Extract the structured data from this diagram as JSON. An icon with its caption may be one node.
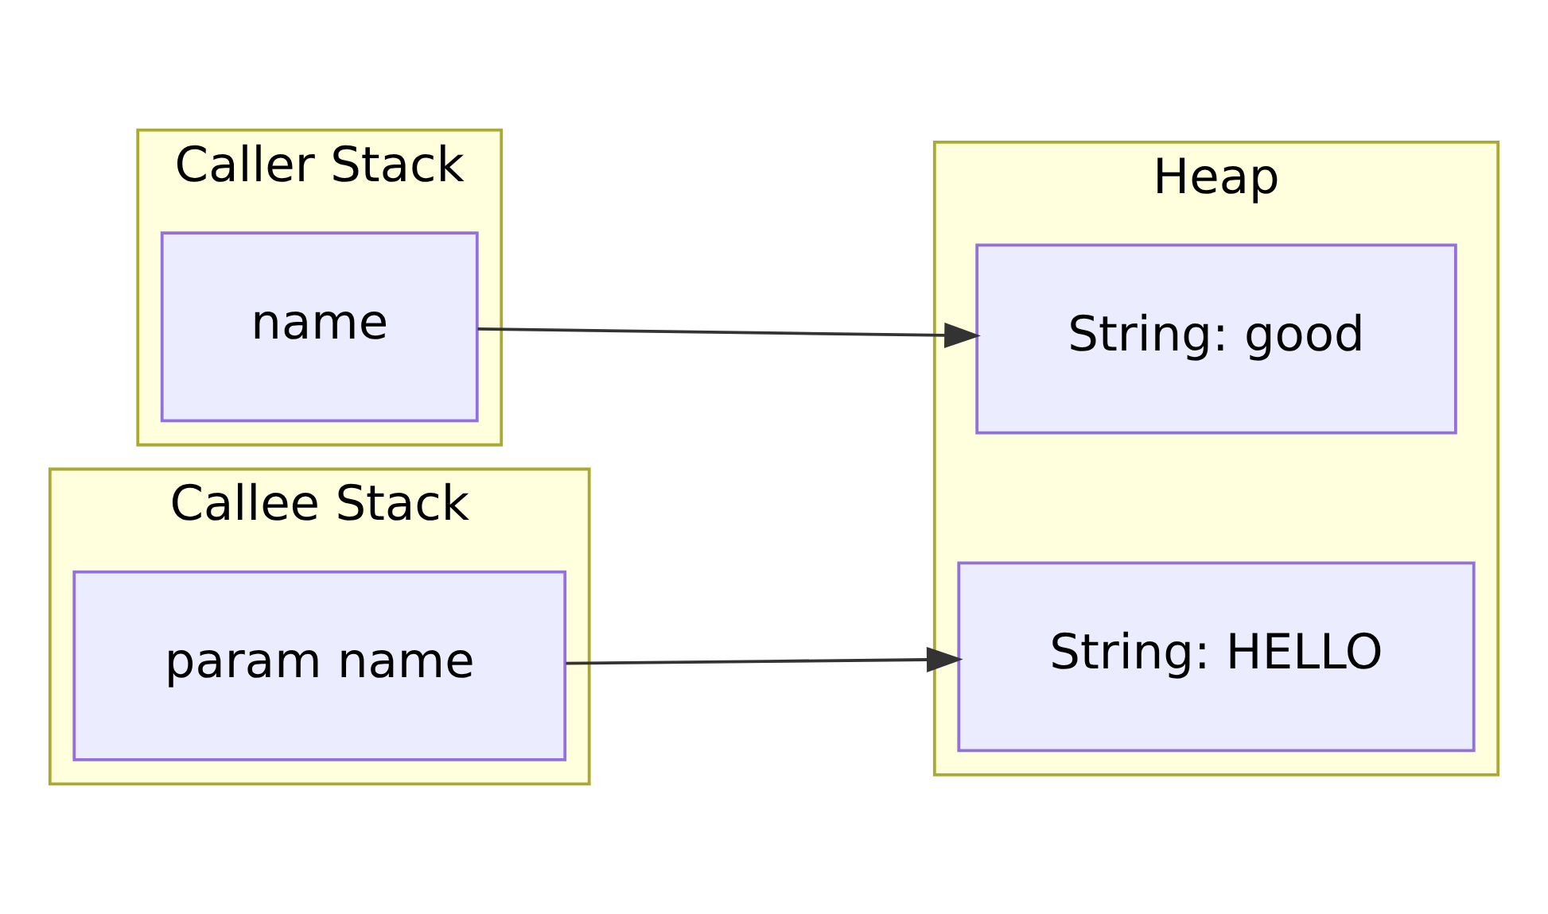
{
  "diagram": {
    "nodes": [
      {
        "text": [
          "Caller Stack"
        ]
      },
      {
        "text": [
          "name"
        ],
        "in": 0
      },
      {
        "text": [
          "Callee Stack"
        ]
      },
      {
        "text": [
          "param name"
        ],
        "in": 2
      },
      {
        "text": [
          "Heap"
        ]
      },
      {
        "text": [
          "String: good"
        ],
        "in": 4
      },
      {
        "text": [
          "String: HELLO"
        ],
        "in": 4
      }
    ],
    "edges": [
      {
        "from": 1,
        "to": 5,
        "arrow": "to"
      },
      {
        "from": 3,
        "to": 6,
        "arrow": "to"
      }
    ]
  }
}
